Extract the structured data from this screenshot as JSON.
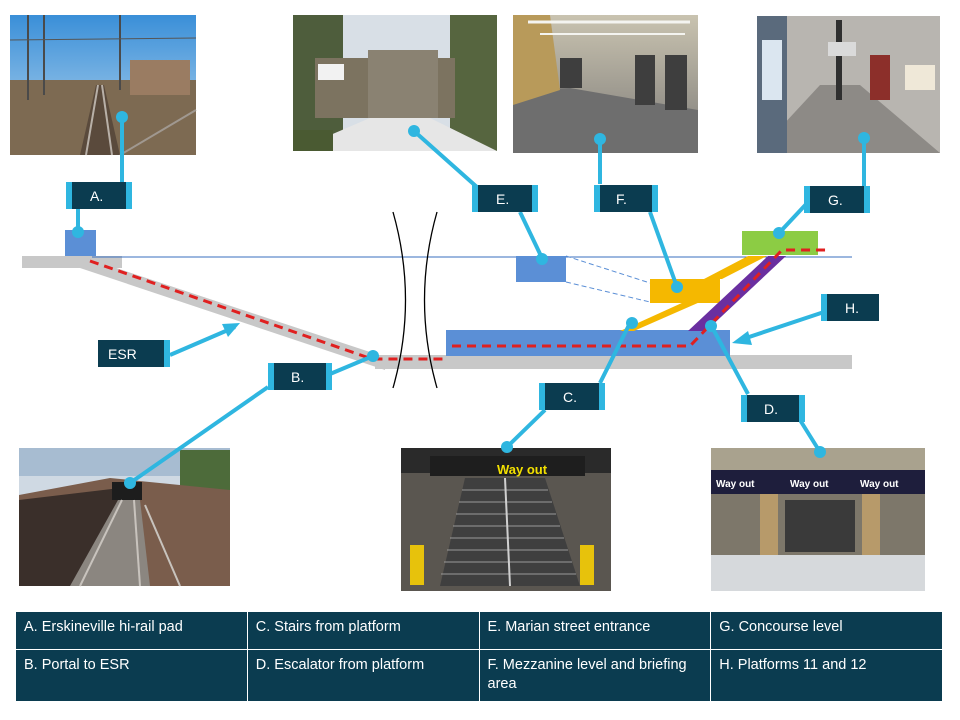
{
  "labels": {
    "a": "A.",
    "b": "B.",
    "c": "C.",
    "d": "D.",
    "e": "E.",
    "f": "F.",
    "g": "G.",
    "h": "H.",
    "esr": "ESR"
  },
  "photo_signs": {
    "c_sign": "Way out",
    "d_sign_1": "Way out",
    "d_sign_2": "Way out",
    "d_sign_3": "Way out"
  },
  "legend": [
    [
      "A. Erskineville  hi-rail pad",
      "C. Stairs from platform",
      "E. Marian street entrance",
      "G. Concourse  level"
    ],
    [
      "B. Portal to ESR",
      "D. Escalator from platform",
      "F. Mezzanine level and briefing area",
      "H. Platforms  11 and 12"
    ]
  ],
  "colors": {
    "callout_box": "#0b3c50",
    "callout_tab": "#2fb6e0",
    "connector": "#2fb6e0",
    "route": "#e02020",
    "track_grey": "#c8c8c8",
    "platform_blue": "#5b8fd6",
    "mezzanine_yellow": "#f5b800",
    "concourse_green": "#8ccc44",
    "escalator_purple": "#6a2fa0",
    "legend_bg": "#0b3c50"
  }
}
